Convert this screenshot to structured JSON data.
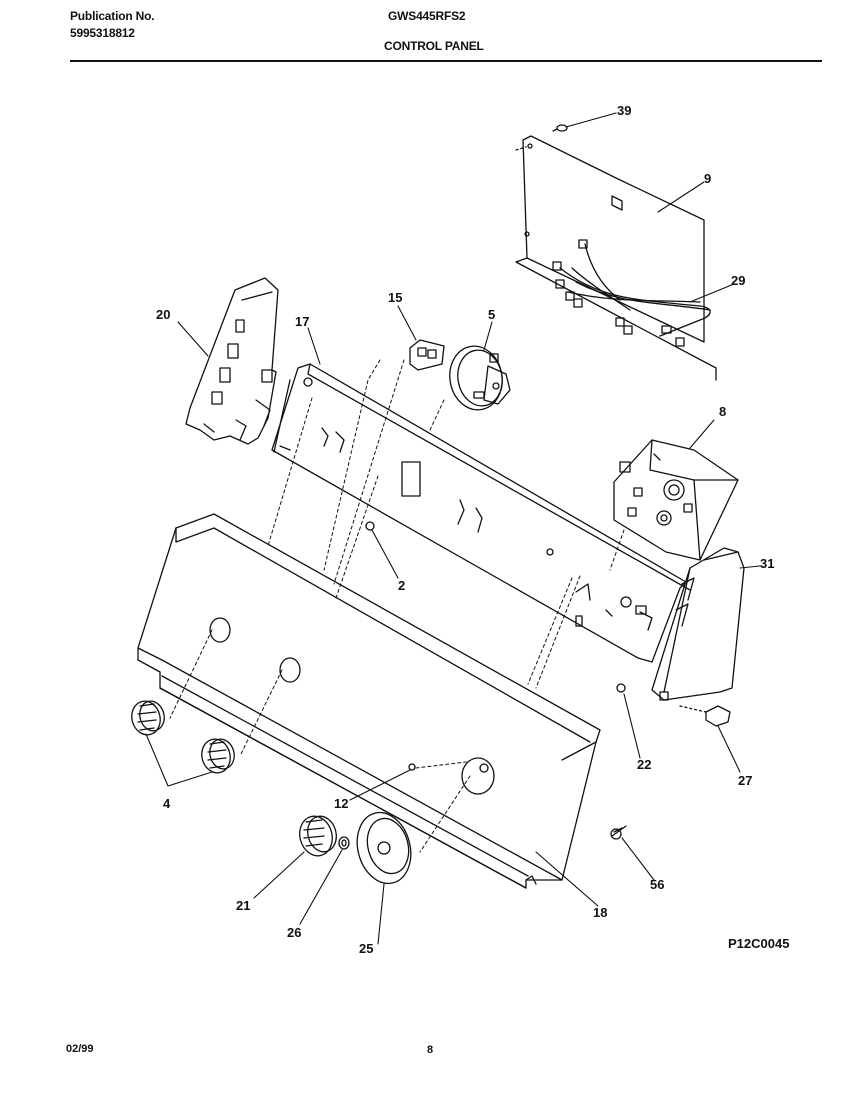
{
  "header": {
    "publication_label": "Publication No.",
    "publication_number": "5995318812",
    "model": "GWS445RFS2",
    "section_title": "CONTROL PANEL"
  },
  "callouts": {
    "c39": "39",
    "c9": "9",
    "c29": "29",
    "c20": "20",
    "c17": "17",
    "c15": "15",
    "c5": "5",
    "c8": "8",
    "c2": "2",
    "c31": "31",
    "c22": "22",
    "c27": "27",
    "c4": "4",
    "c12": "12",
    "c21": "21",
    "c26": "26",
    "c25": "25",
    "c18": "18",
    "c56": "56"
  },
  "footer": {
    "figure_code": "P12C0045",
    "date": "02/99",
    "page": "8"
  }
}
